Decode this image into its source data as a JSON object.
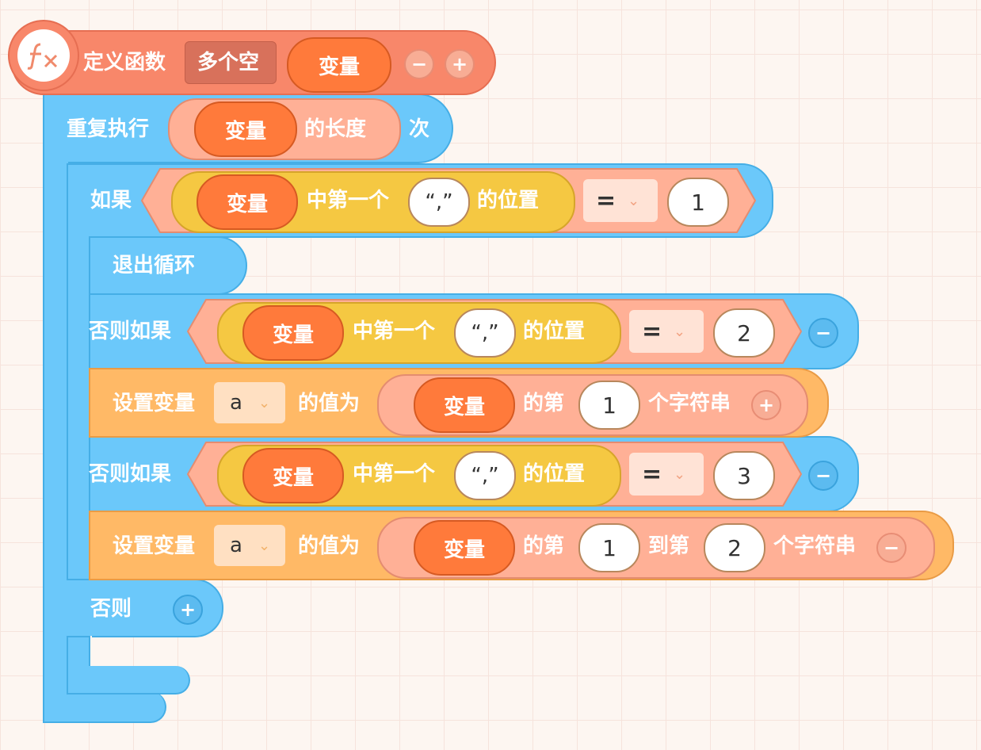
{
  "colors": {
    "function": "#f8876a",
    "control": "#6bc8fa",
    "setVar": "#ffb966",
    "variable": "#ff7a3b",
    "logic": "#f5c842"
  },
  "define": {
    "label": "定义函数",
    "name": "多个空",
    "param": "变量",
    "icon": "fx-icon"
  },
  "repeat": {
    "label": "重复执行",
    "var": "变量",
    "length_label": "的长度",
    "times": "次"
  },
  "if1": {
    "label": "如果",
    "var": "变量",
    "first_label": "中第一个",
    "comma": "“,”",
    "pos_label": "的位置",
    "op": "=",
    "value": "1"
  },
  "break_label": "退出循环",
  "elif1": {
    "label": "否则如果",
    "var": "变量",
    "first_label": "中第一个",
    "comma": "“,”",
    "pos_label": "的位置",
    "op": "=",
    "value": "2"
  },
  "set1": {
    "label": "设置变量",
    "var_name": "a",
    "value_label": "的值为",
    "var": "变量",
    "nth_label": "的第",
    "index": "1",
    "suffix": "个字符串"
  },
  "elif2": {
    "label": "否则如果",
    "var": "变量",
    "first_label": "中第一个",
    "comma": "“,”",
    "pos_label": "的位置",
    "op": "=",
    "value": "3"
  },
  "set2": {
    "label": "设置变量",
    "var_name": "a",
    "value_label": "的值为",
    "var": "变量",
    "nth_label": "的第",
    "start": "1",
    "to_label": "到第",
    "end": "2",
    "suffix": "个字符串"
  },
  "else_label": "否则",
  "buttons": {
    "minus": "−",
    "plus": "+"
  }
}
